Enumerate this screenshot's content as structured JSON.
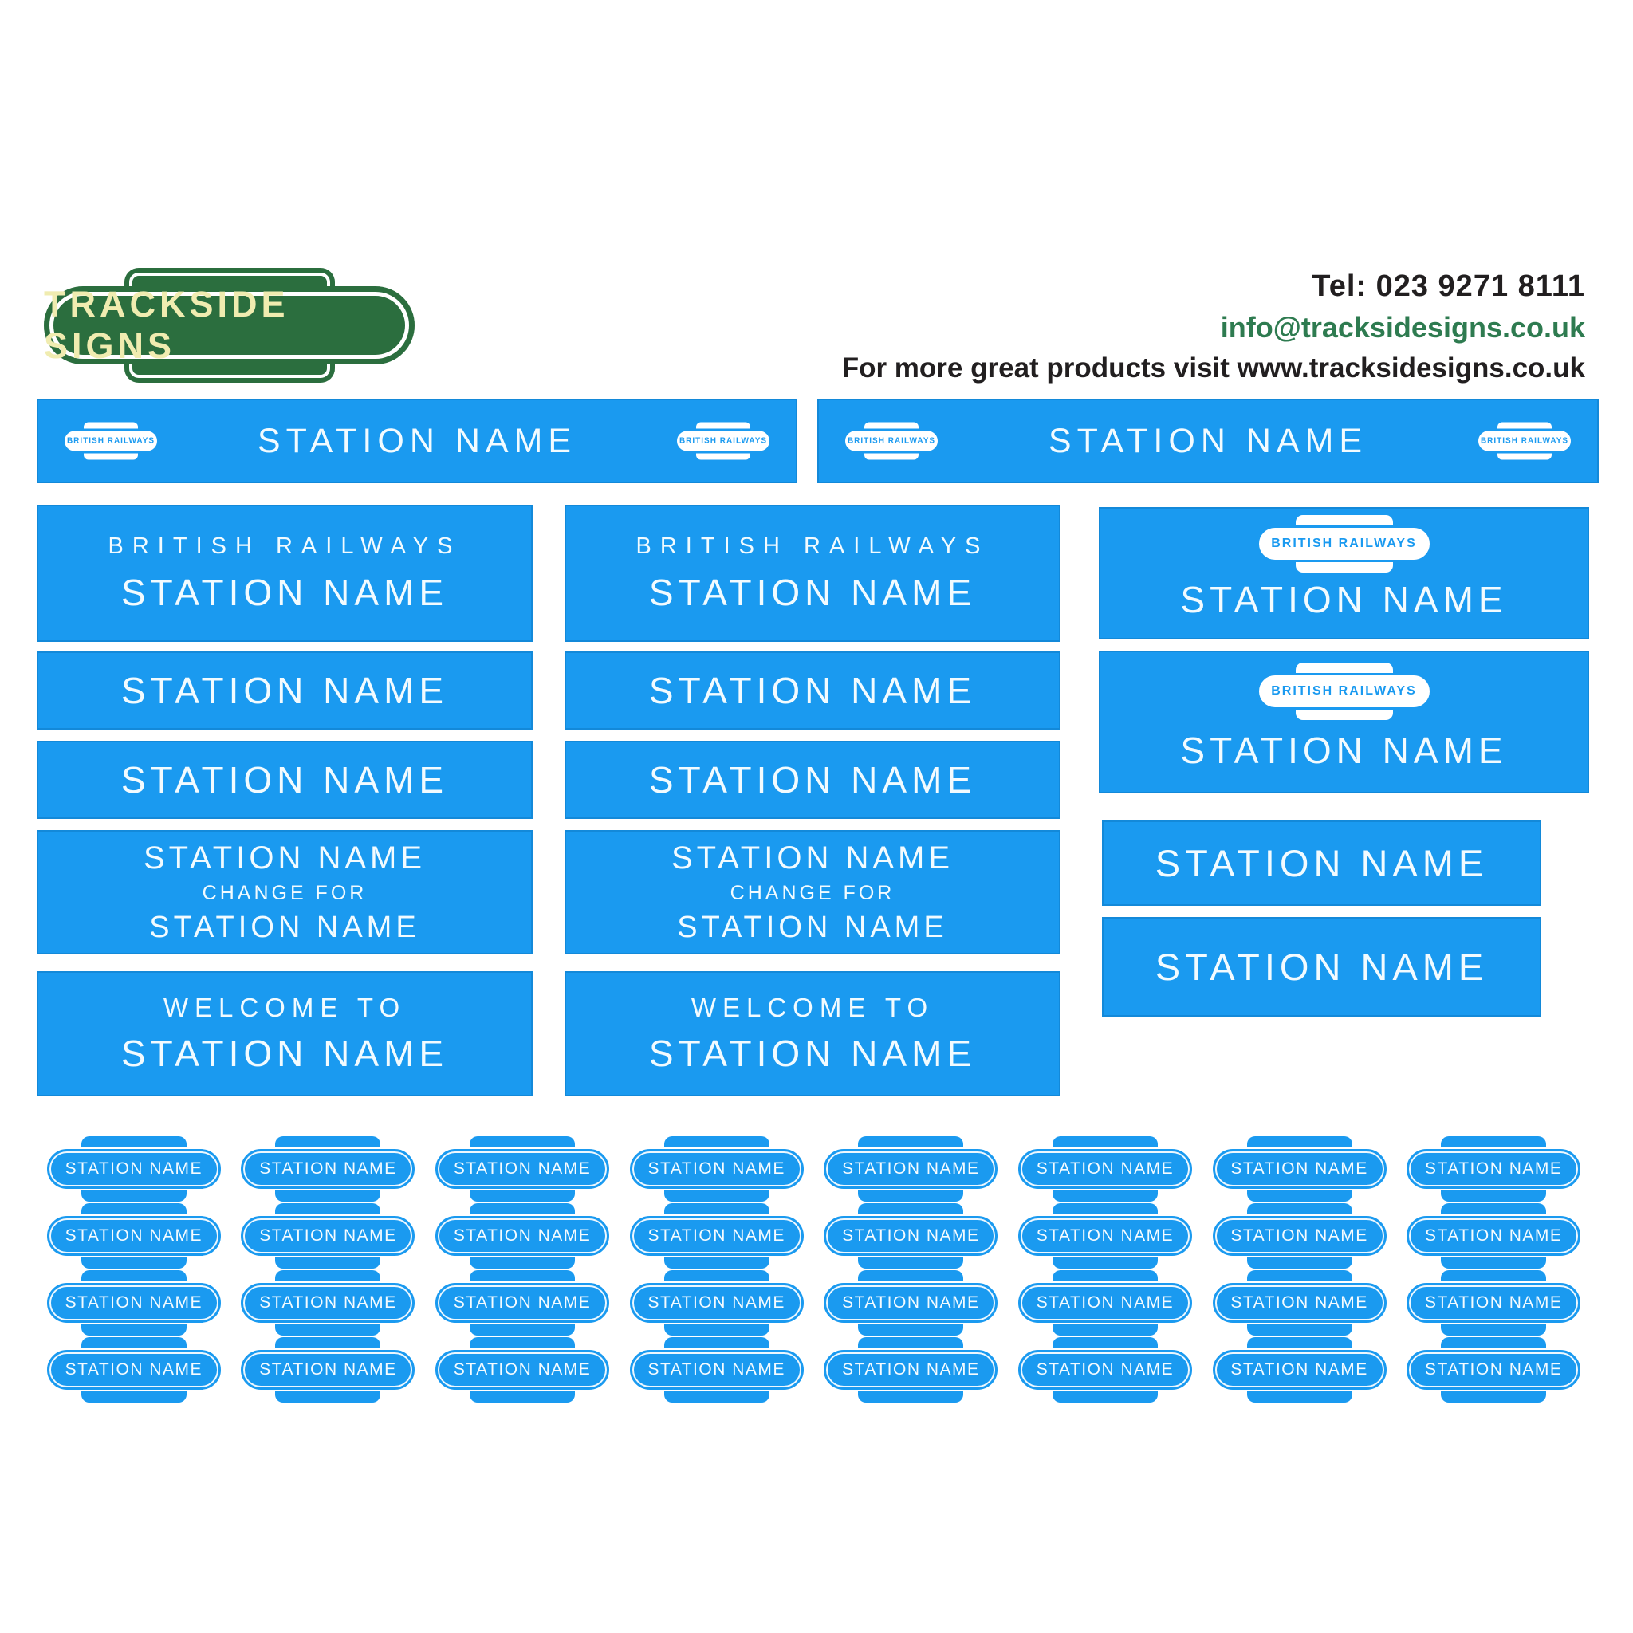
{
  "header": {
    "logo_text": "TRACKSIDE SIGNS",
    "tel": "Tel: 023 9271 8111",
    "email": "info@tracksidesigns.co.uk",
    "promo": "For more great products visit www.tracksidesigns.co.uk"
  },
  "labels": {
    "station_name": "STATION NAME",
    "british_railways": "BRITISH RAILWAYS",
    "change_for": "CHANGE FOR",
    "welcome_to": "WELCOME TO"
  },
  "colors": {
    "sign_blue": "#1a9af0",
    "logo_green": "#2b6e3e",
    "email_green": "#2e7b50",
    "logo_text_cream": "#f0ecb0",
    "text_black": "#221f20",
    "sign_text_white": "#f2fbff"
  },
  "totem_grid": {
    "rows": 4,
    "cols": 8
  }
}
